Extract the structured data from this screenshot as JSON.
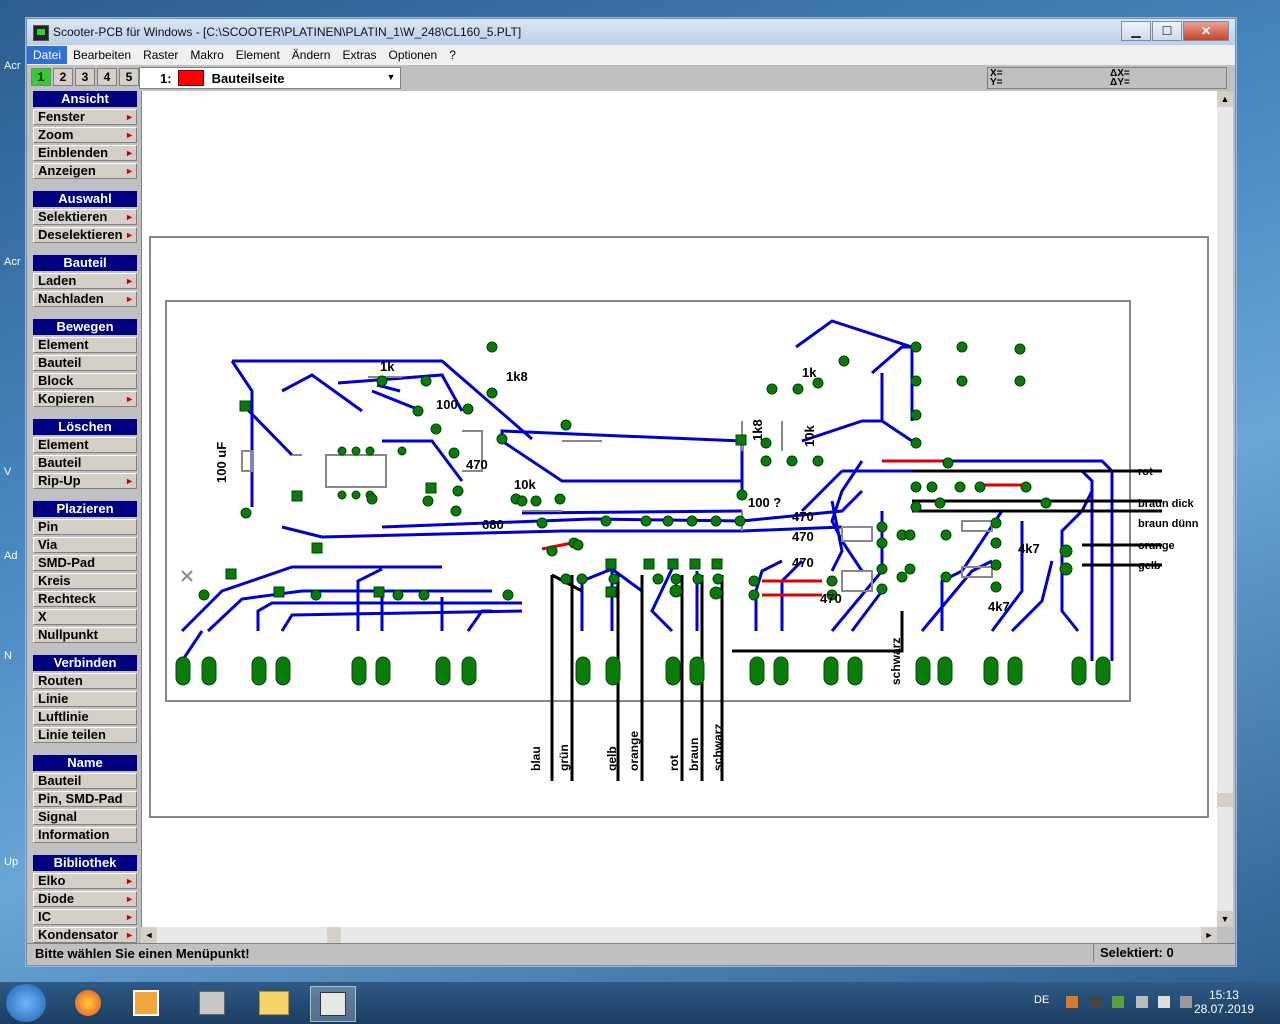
{
  "window": {
    "title": "Scooter-PCB für Windows - [C:\\SCOOTER\\PLATINEN\\PLATIN_1\\W_248\\CL160_5.PLT]",
    "controls": {
      "minimize": "▁",
      "maximize": "☐",
      "close": "✕"
    }
  },
  "menu": [
    "Datei",
    "Bearbeiten",
    "Raster",
    "Makro",
    "Element",
    "Ändern",
    "Extras",
    "Optionen",
    "?"
  ],
  "toolbar": {
    "pages": [
      "1",
      "2",
      "3",
      "4",
      "5"
    ],
    "layer_number": "1:",
    "layer_color": "#ff0000",
    "layer_name": "Bauteilseite",
    "coord_x": "X=",
    "coord_y": "Y=",
    "coord_dx": "ΔX=",
    "coord_dy": "ΔY="
  },
  "panel": [
    {
      "head": "Ansicht",
      "items": [
        {
          "label": "Fenster",
          "sub": true
        },
        {
          "label": "Zoom",
          "sub": true
        },
        {
          "label": "Einblenden",
          "sub": true
        },
        {
          "label": "Anzeigen",
          "sub": true
        }
      ]
    },
    {
      "head": "Auswahl",
      "items": [
        {
          "label": "Selektieren",
          "sub": true
        },
        {
          "label": "Deselektieren",
          "sub": true
        }
      ]
    },
    {
      "head": "Bauteil",
      "items": [
        {
          "label": "Laden",
          "sub": true
        },
        {
          "label": "Nachladen",
          "sub": true
        }
      ]
    },
    {
      "head": "Bewegen",
      "items": [
        {
          "label": "Element",
          "sub": false
        },
        {
          "label": "Bauteil",
          "sub": false
        },
        {
          "label": "Block",
          "sub": false
        },
        {
          "label": "Kopieren",
          "sub": true
        }
      ]
    },
    {
      "head": "Löschen",
      "items": [
        {
          "label": "Element",
          "sub": false
        },
        {
          "label": "Bauteil",
          "sub": false
        },
        {
          "label": "Rip-Up",
          "sub": true
        }
      ]
    },
    {
      "head": "Plazieren",
      "items": [
        {
          "label": "Pin",
          "sub": false
        },
        {
          "label": "Via",
          "sub": false
        },
        {
          "label": "SMD-Pad",
          "sub": false
        },
        {
          "label": "Kreis",
          "sub": false
        },
        {
          "label": "Rechteck",
          "sub": false
        },
        {
          "label": "X",
          "sub": false
        },
        {
          "label": "Nullpunkt",
          "sub": false
        }
      ]
    },
    {
      "head": "Verbinden",
      "items": [
        {
          "label": "Routen",
          "sub": false
        },
        {
          "label": "Linie",
          "sub": false
        },
        {
          "label": "Luftlinie",
          "sub": false
        },
        {
          "label": "Linie teilen",
          "sub": false
        }
      ]
    },
    {
      "head": "Name",
      "items": [
        {
          "label": "Bauteil",
          "sub": false
        },
        {
          "label": "Pin, SMD-Pad",
          "sub": false
        },
        {
          "label": "Signal",
          "sub": false
        },
        {
          "label": "Information",
          "sub": false
        }
      ]
    },
    {
      "head": "Bibliothek",
      "items": [
        {
          "label": "Elko",
          "sub": true
        },
        {
          "label": "Diode",
          "sub": true
        },
        {
          "label": "IC",
          "sub": true
        },
        {
          "label": "Kondensator",
          "sub": true
        }
      ]
    }
  ],
  "pcb_labels": {
    "r1k_a": "1k",
    "r1k8_a": "1k8",
    "r100": "100",
    "r470_a": "470",
    "c100uf": "100 uF",
    "r10k_a": "10k",
    "r680": "680",
    "r1k_b": "1k",
    "r1k8_b": "1k8",
    "r10k_b": "10k",
    "r100q": "100 ?",
    "r470_b": "470",
    "r470_c": "470",
    "r470_d": "470",
    "r470_e": "470",
    "r4k7_a": "4k7",
    "r4k7_b": "4k7",
    "w_rot": "rot",
    "w_braun_dick": "braun dick",
    "w_braun_duenn": "braun dünn",
    "w_orange": "orange",
    "w_gelb": "gelb",
    "v_blau": "blau",
    "v_gruen": "grün",
    "v_gelb": "gelb",
    "v_orange": "orange",
    "v_rot": "rot",
    "v_braun": "braun",
    "v_schwarz": "schwarz",
    "v_schwarz2": "schwarz"
  },
  "status": {
    "message": "Bitte wählen Sie einen Menüpunkt!",
    "selected": "Selektiert: 0"
  },
  "taskbar": {
    "lang": "DE",
    "time": "15:13",
    "date": "28.07.2019"
  },
  "desktop_labels": [
    "Acr",
    "Acr",
    "V",
    "Ad",
    "N",
    "Up"
  ]
}
